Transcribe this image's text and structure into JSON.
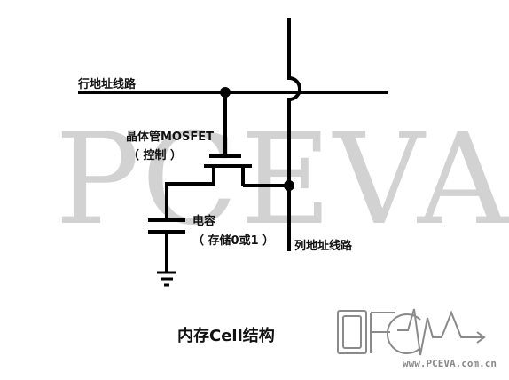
{
  "watermark": {
    "text": "PCEVA"
  },
  "labels": {
    "row_address_line": "行地址线路",
    "column_address_line": "列地址线路",
    "transistor_name": "晶体管MOSFET",
    "transistor_role": "（ 控制 ）",
    "capacitor_name": "电容",
    "capacitor_role": "（ 存储0或1 ）",
    "caption": "内存Cell结构"
  },
  "logo": {
    "url": "www.PCEVA.com.cn",
    "text": "PCEVA"
  },
  "colors": {
    "line": "#000000",
    "watermark": "#d2d2d2",
    "logo": "#8a8a8a"
  }
}
